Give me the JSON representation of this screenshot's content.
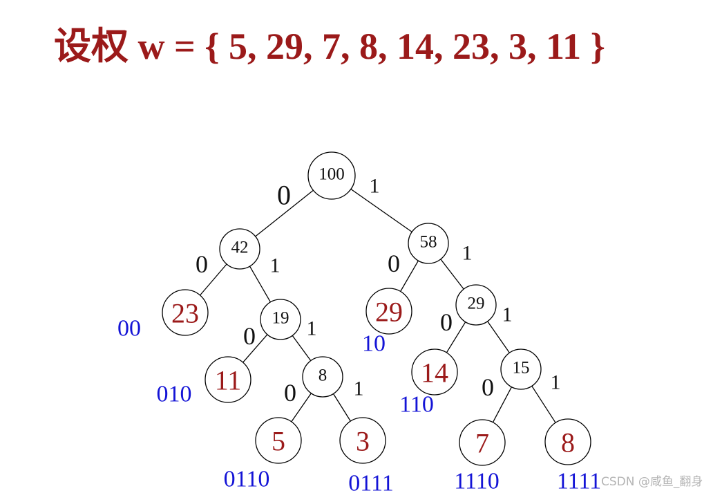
{
  "title": "设权 w = { 5, 29, 7, 8, 14, 23, 3, 11 }",
  "watermark": "CSDN @咸鱼_翻身",
  "colors": {
    "title": "#9b1a1a",
    "leaf_value": "#9b1a1a",
    "internal_value": "#111111",
    "code": "#1414d6",
    "edge": "#000000"
  },
  "nodes": [
    {
      "id": "n100",
      "label": "100",
      "kind": "internal"
    },
    {
      "id": "n42",
      "label": "42",
      "kind": "internal"
    },
    {
      "id": "n58",
      "label": "58",
      "kind": "internal"
    },
    {
      "id": "l23",
      "label": "23",
      "kind": "leaf"
    },
    {
      "id": "n19",
      "label": "19",
      "kind": "internal"
    },
    {
      "id": "l29",
      "label": "29",
      "kind": "leaf"
    },
    {
      "id": "n29",
      "label": "29",
      "kind": "internal"
    },
    {
      "id": "l11",
      "label": "11",
      "kind": "leaf"
    },
    {
      "id": "n8",
      "label": "8",
      "kind": "internal"
    },
    {
      "id": "l14",
      "label": "14",
      "kind": "leaf"
    },
    {
      "id": "n15",
      "label": "15",
      "kind": "internal"
    },
    {
      "id": "l5",
      "label": "5",
      "kind": "leaf"
    },
    {
      "id": "l3",
      "label": "3",
      "kind": "leaf"
    },
    {
      "id": "l7",
      "label": "7",
      "kind": "leaf"
    },
    {
      "id": "l8",
      "label": "8",
      "kind": "leaf"
    }
  ],
  "edges": [
    {
      "from": "n100",
      "to": "n42",
      "bit": "0"
    },
    {
      "from": "n100",
      "to": "n58",
      "bit": "1"
    },
    {
      "from": "n42",
      "to": "l23",
      "bit": "0"
    },
    {
      "from": "n42",
      "to": "n19",
      "bit": "1"
    },
    {
      "from": "n58",
      "to": "l29",
      "bit": "0"
    },
    {
      "from": "n58",
      "to": "n29",
      "bit": "1"
    },
    {
      "from": "n19",
      "to": "l11",
      "bit": "0"
    },
    {
      "from": "n19",
      "to": "n8",
      "bit": "1"
    },
    {
      "from": "n29",
      "to": "l14",
      "bit": "0"
    },
    {
      "from": "n29",
      "to": "n15",
      "bit": "1"
    },
    {
      "from": "n8",
      "to": "l5",
      "bit": "0"
    },
    {
      "from": "n8",
      "to": "l3",
      "bit": "1"
    },
    {
      "from": "n15",
      "to": "l7",
      "bit": "0"
    },
    {
      "from": "n15",
      "to": "l8",
      "bit": "1"
    }
  ],
  "codes": [
    {
      "leaf": "l23",
      "code": "00"
    },
    {
      "leaf": "l29",
      "code": "10"
    },
    {
      "leaf": "l11",
      "code": "010"
    },
    {
      "leaf": "l14",
      "code": "110"
    },
    {
      "leaf": "l5",
      "code": "0110"
    },
    {
      "leaf": "l3",
      "code": "0111"
    },
    {
      "leaf": "l7",
      "code": "1110"
    },
    {
      "leaf": "l8",
      "code": "1111"
    }
  ]
}
